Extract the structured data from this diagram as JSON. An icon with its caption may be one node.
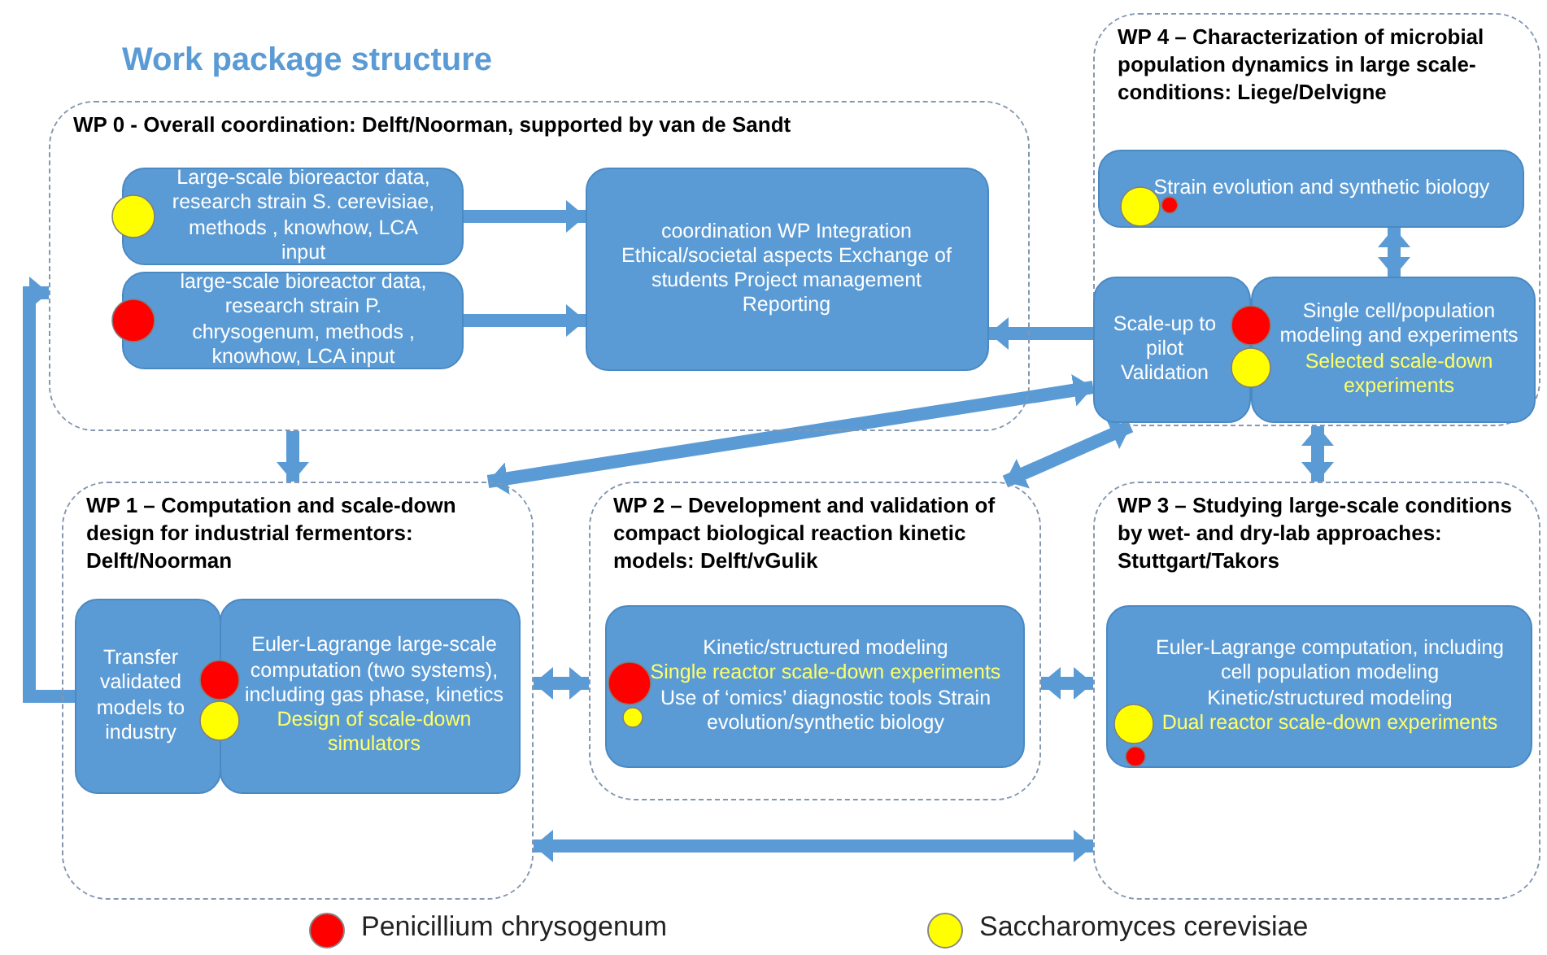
{
  "diagram": {
    "title": "Work package structure",
    "nodes": [
      {
        "text": [
          "WP 0 - Overall coordination: Delft/Noorman, supported by van de Sandt"
        ]
      },
      {
        "text": [
          "Large-scale bioreactor data, research strain S. cerevisiae, methods , knowhow, LCA input"
        ],
        "in": 0
      },
      {
        "text": [
          "large-scale bioreactor data, research strain P. chrysogenum, methods , knowhow, LCA input"
        ],
        "in": 0
      },
      {
        "text": [
          "coordination WP Integration Ethical/societal aspects Exchange of students Project management Reporting"
        ],
        "in": 0
      },
      {
        "text": [
          "WP 4 – Characterization of microbial population dynamics in large scale-conditions: Liege/Delvigne"
        ]
      },
      {
        "text": [
          "Strain evolution and synthetic biology"
        ],
        "in": 4
      },
      {
        "text": [
          "Scale-up to pilot Validation"
        ],
        "in": 4
      },
      {
        "text": [
          "Single cell/population modeling and experiments",
          "Selected scale-down experiments"
        ],
        "in": 4
      },
      {
        "text": [
          "WP 1 – Computation and scale-down design for industrial fermentors: Delft/Noorman"
        ]
      },
      {
        "text": [
          "Transfer validated models to industry"
        ],
        "in": 8
      },
      {
        "text": [
          "Euler-Lagrange large-scale computation (two systems), including gas phase, kinetics",
          "Design of scale-down simulators"
        ],
        "in": 8
      },
      {
        "text": [
          "WP 2 – Development and validation of compact biological reaction kinetic models: Delft/vGulik"
        ]
      },
      {
        "text": [
          "Kinetic/structured modeling",
          "Single reactor scale-down experiments",
          "Use of ‘omics’ diagnostic tools Strain evolution/synthetic biology"
        ],
        "in": 11
      },
      {
        "text": [
          "WP 3 – Studying large-scale conditions by wet- and dry-lab approaches: Stuttgart/Takors"
        ]
      },
      {
        "text": [
          "Euler-Lagrange computation, including cell population modeling Kinetic/structured modeling",
          "Dual reactor scale-down experiments"
        ],
        "in": 13
      }
    ],
    "edges": [
      {
        "from": 1,
        "to": 3,
        "arrow": "to"
      },
      {
        "from": 2,
        "to": 3,
        "arrow": "to"
      },
      {
        "from": 6,
        "to": 3,
        "arrow": "to"
      },
      {
        "from": 5,
        "to": 7,
        "arrow": "both"
      },
      {
        "from": 0,
        "to": 8,
        "arrow": "to"
      },
      {
        "from": 9,
        "to": 0,
        "arrow": "to"
      },
      {
        "from": 8,
        "to": 4,
        "arrow": "both"
      },
      {
        "from": 11,
        "to": 4,
        "arrow": "both"
      },
      {
        "from": 4,
        "to": 13,
        "arrow": "both"
      },
      {
        "from": 8,
        "to": 11,
        "arrow": "both"
      },
      {
        "from": 11,
        "to": 13,
        "arrow": "both"
      },
      {
        "from": 8,
        "to": 13,
        "arrow": "both"
      }
    ],
    "legend": [
      {
        "text": "Penicillium chrysogenum",
        "color": "#ff0000"
      },
      {
        "text": "Saccharomyces cerevisiae",
        "color": "#ffff00"
      }
    ]
  }
}
